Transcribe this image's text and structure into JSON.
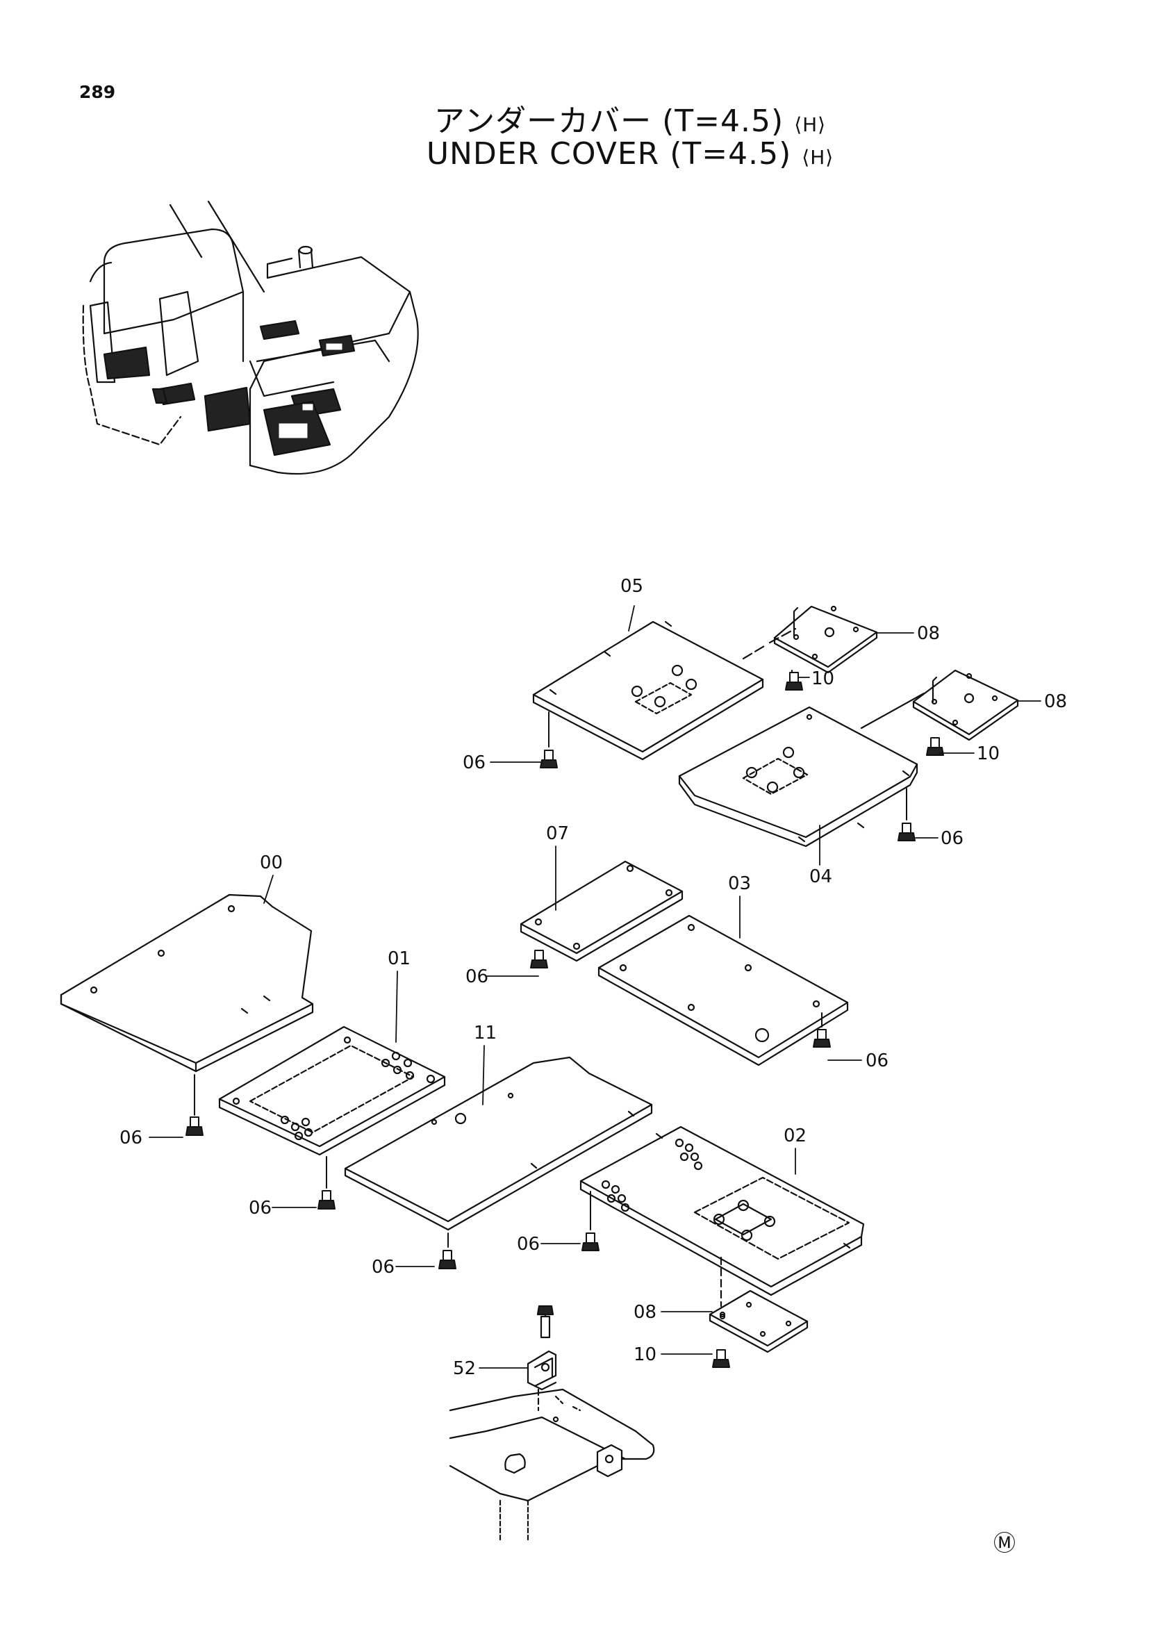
{
  "page_number": "289",
  "title_jp": "アンダーカバー (T=4.5)",
  "title_en": "UNDER COVER (T=4.5)",
  "variant_mark": "⟨H⟩",
  "footer_mark": "Ⓜ",
  "callouts": {
    "c00": "00",
    "c01": "01",
    "c02": "02",
    "c03": "03",
    "c04": "04",
    "c05": "05",
    "c06": "06",
    "c07": "07",
    "c08": "08",
    "c10": "10",
    "c11": "11",
    "c52": "52"
  }
}
